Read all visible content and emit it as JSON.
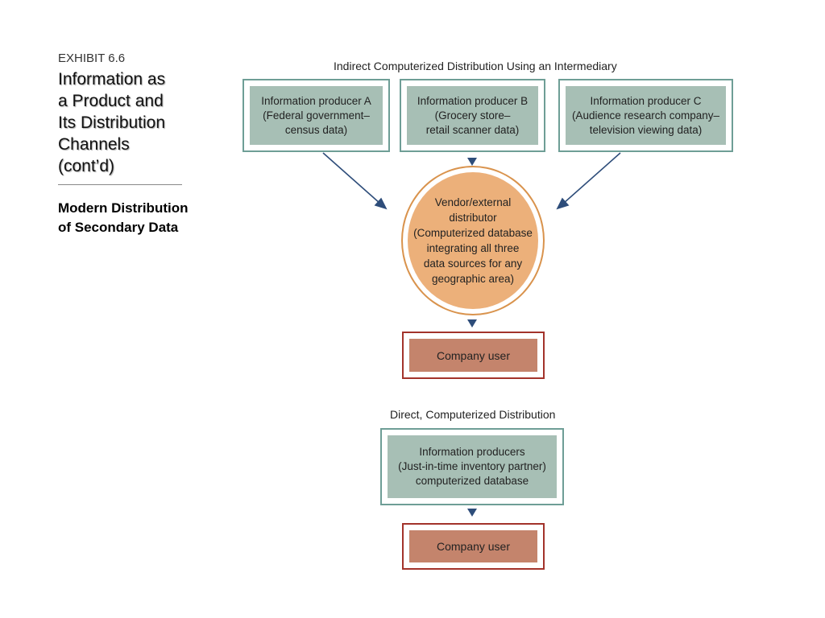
{
  "sidebar": {
    "exhibit_label": "EXHIBIT 6.6",
    "title_lines": [
      "Information as",
      "a Product and",
      "Its Distribution",
      "Channels",
      "(cont’d)"
    ],
    "subtitle_lines": [
      "Modern Distribution",
      "of Secondary Data"
    ]
  },
  "indirect": {
    "heading": "Indirect Computerized Distribution Using an Intermediary",
    "producers": [
      {
        "lines": [
          "Information producer A",
          "(Federal government–",
          "census data)"
        ]
      },
      {
        "lines": [
          "Information producer B",
          "(Grocery store–",
          "retail scanner data)"
        ]
      },
      {
        "lines": [
          "Information producer C",
          "(Audience research company–",
          "television viewing data)"
        ]
      }
    ],
    "distributor_lines": [
      "Vendor/external",
      "distributor",
      "(Computerized database",
      "integrating all three",
      "data sources for any",
      "geographic area)"
    ],
    "user": "Company user"
  },
  "direct": {
    "heading": "Direct, Computerized Distribution",
    "producer_lines": [
      "Information producers",
      "(Just-in-time inventory partner)",
      "computerized database"
    ],
    "user": "Company user"
  },
  "colors": {
    "teal_border": "#6e9e96",
    "teal_fill": "#a7bfb5",
    "orange_fill": "#ecb07a",
    "orange_border": "#d9934d",
    "user_fill": "#c4846c",
    "user_border": "#a3332b",
    "arrow": "#2e4d7a"
  }
}
